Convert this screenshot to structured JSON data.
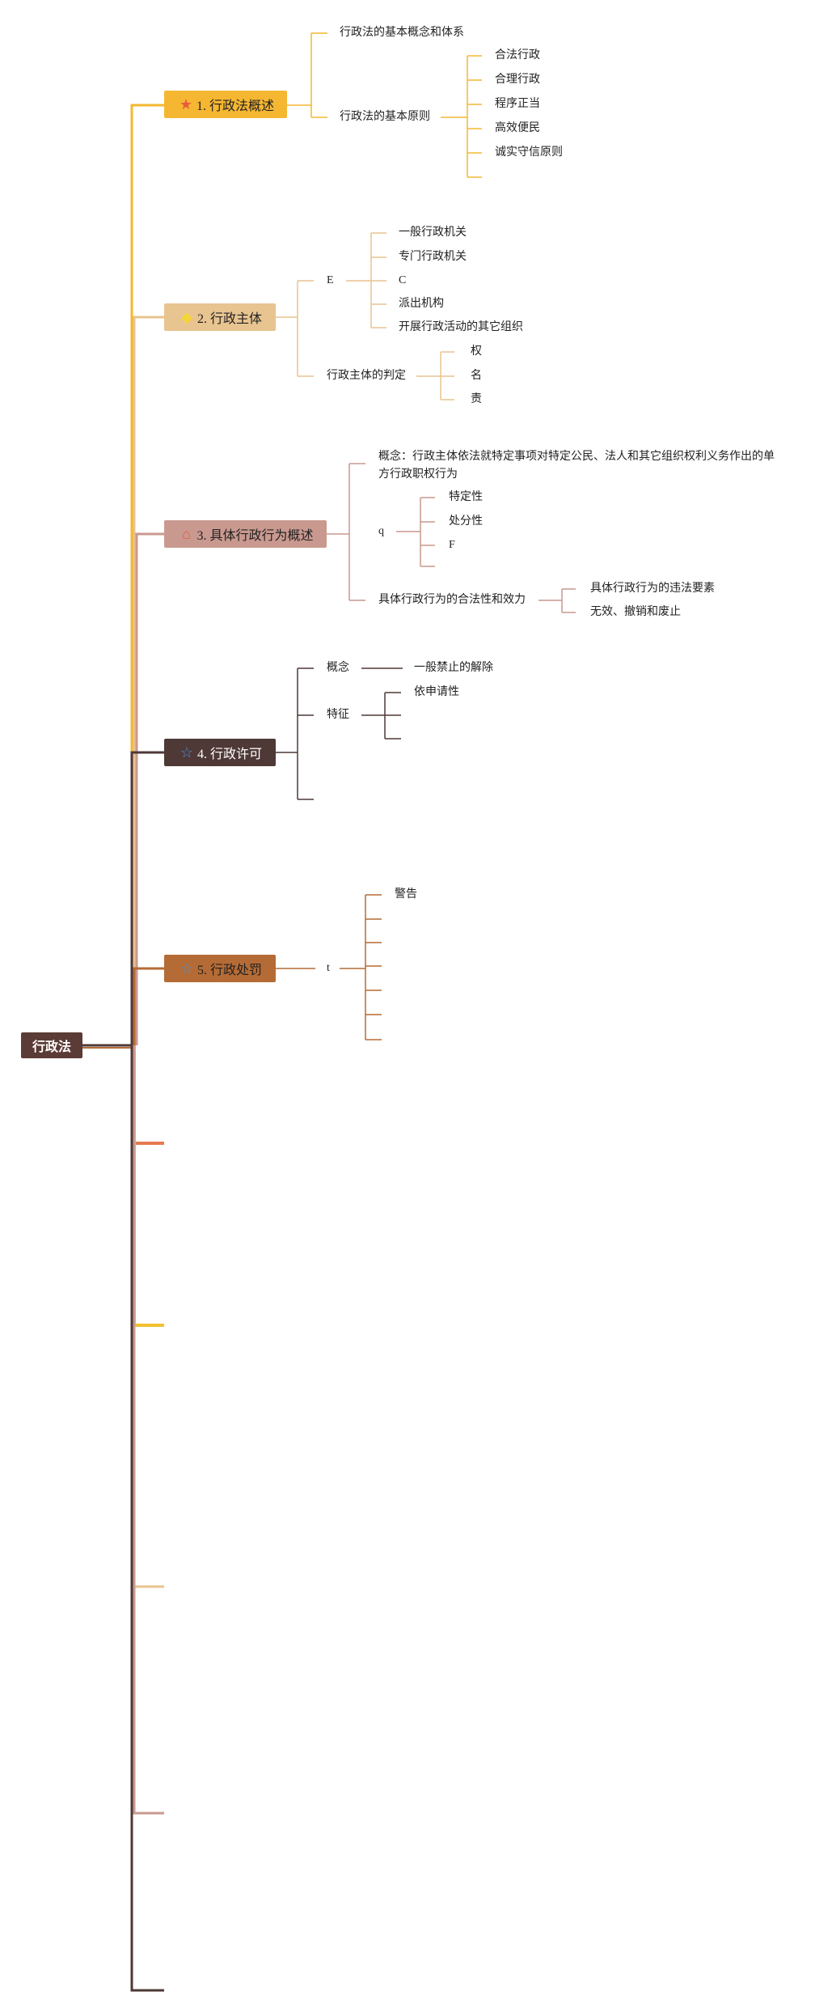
{
  "root": "行政法",
  "topics": [
    {
      "label": "1. 行政法概述",
      "icon": "star-icon",
      "color": "#f5b731",
      "children": [
        {
          "label": "行政法的基本概念和体系"
        },
        {
          "label": "行政法的基本原则",
          "children": [
            "合法行政",
            "合理行政",
            "程序正当",
            "高效便民",
            "诚实守信原则"
          ]
        }
      ]
    },
    {
      "label": "2. 行政主体",
      "icon": "diamond-icon",
      "color": "#e8c490",
      "children": [
        {
          "label": "E",
          "children": [
            "一般行政机关",
            "专门行政机关",
            "C",
            "派出机构",
            "开展行政活动的其它组织"
          ]
        },
        {
          "label": "行政主体的判定",
          "children": [
            "权",
            "名",
            "责"
          ]
        }
      ]
    },
    {
      "label": "3. 具体行政行为概述",
      "icon": "house-icon",
      "color": "#c9998f",
      "children": [
        {
          "label": "概念：行政主体依法就特定事项对特定公民、法人和其它组织权利义务作出的单方行政职权行为"
        },
        {
          "label": "q",
          "children": [
            "特定性",
            "处分性",
            "F"
          ]
        },
        {
          "label": "具体行政行为的合法性和效力",
          "children": [
            "具体行政行为的违法要素",
            "无效、撤销和废止"
          ]
        }
      ]
    },
    {
      "label": "4. 行政许可",
      "icon": "star-outline-icon",
      "color": "#4e3937",
      "children": [
        {
          "label": "概念",
          "children": [
            "一般禁止的解除"
          ]
        },
        {
          "label": "特征",
          "children": [
            "依申请性"
          ]
        }
      ]
    },
    {
      "label": "5. 行政处罚",
      "icon": "star-outline-icon",
      "color": "#b56b35",
      "children": [
        {
          "label": "t",
          "children": [
            "警告"
          ]
        }
      ]
    }
  ],
  "colors": {
    "orange_stub": "#e67b4f",
    "yellow_stub": "#f1c232",
    "tan_stub": "#e8c490",
    "rose_stub": "#c9998f",
    "dark": "#4e3937",
    "icon_red": "#e95b3b",
    "icon_yellow": "#f3d53a",
    "icon_blue": "#4a90d9"
  }
}
